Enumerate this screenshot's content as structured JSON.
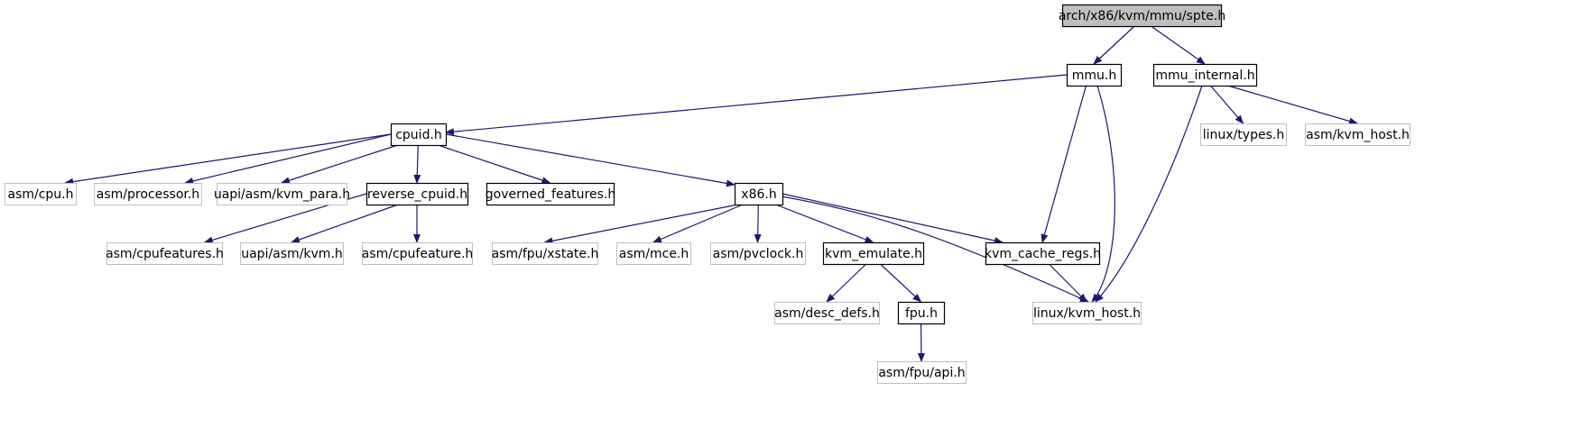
{
  "diagram": {
    "nodes": [
      {
        "id": "spte",
        "label": "arch/x86/kvm/mmu/spte.h",
        "style": "root"
      },
      {
        "id": "mmu",
        "label": "mmu.h",
        "style": "documented"
      },
      {
        "id": "mmu_internal",
        "label": "mmu_internal.h",
        "style": "documented"
      },
      {
        "id": "cpuid",
        "label": "cpuid.h",
        "style": "documented"
      },
      {
        "id": "linux_types",
        "label": "linux/types.h",
        "style": "external"
      },
      {
        "id": "asm_kvm_host",
        "label": "asm/kvm_host.h",
        "style": "external"
      },
      {
        "id": "asm_cpu",
        "label": "asm/cpu.h",
        "style": "external"
      },
      {
        "id": "asm_processor",
        "label": "asm/processor.h",
        "style": "external"
      },
      {
        "id": "uapi_kvm_para",
        "label": "uapi/asm/kvm_para.h",
        "style": "external"
      },
      {
        "id": "reverse_cpuid",
        "label": "reverse_cpuid.h",
        "style": "documented"
      },
      {
        "id": "governed_features",
        "label": "governed_features.h",
        "style": "documented"
      },
      {
        "id": "x86",
        "label": "x86.h",
        "style": "documented"
      },
      {
        "id": "asm_cpufeatures",
        "label": "asm/cpufeatures.h",
        "style": "external"
      },
      {
        "id": "uapi_kvm",
        "label": "uapi/asm/kvm.h",
        "style": "external"
      },
      {
        "id": "asm_cpufeature",
        "label": "asm/cpufeature.h",
        "style": "external"
      },
      {
        "id": "asm_fpu_xstate",
        "label": "asm/fpu/xstate.h",
        "style": "external"
      },
      {
        "id": "asm_mce",
        "label": "asm/mce.h",
        "style": "external"
      },
      {
        "id": "asm_pvclock",
        "label": "asm/pvclock.h",
        "style": "external"
      },
      {
        "id": "kvm_emulate",
        "label": "kvm_emulate.h",
        "style": "documented"
      },
      {
        "id": "kvm_cache_regs",
        "label": "kvm_cache_regs.h",
        "style": "documented"
      },
      {
        "id": "asm_desc_defs",
        "label": "asm/desc_defs.h",
        "style": "external"
      },
      {
        "id": "fpu",
        "label": "fpu.h",
        "style": "documented"
      },
      {
        "id": "linux_kvm_host",
        "label": "linux/kvm_host.h",
        "style": "external"
      },
      {
        "id": "asm_fpu_api",
        "label": "asm/fpu/api.h",
        "style": "external"
      }
    ],
    "edges": [
      {
        "from": "spte",
        "to": "mmu"
      },
      {
        "from": "spte",
        "to": "mmu_internal"
      },
      {
        "from": "mmu",
        "to": "cpuid"
      },
      {
        "from": "mmu",
        "to": "kvm_cache_regs"
      },
      {
        "from": "mmu",
        "to": "linux_kvm_host"
      },
      {
        "from": "mmu_internal",
        "to": "linux_types"
      },
      {
        "from": "mmu_internal",
        "to": "asm_kvm_host"
      },
      {
        "from": "mmu_internal",
        "to": "linux_kvm_host"
      },
      {
        "from": "cpuid",
        "to": "asm_cpu"
      },
      {
        "from": "cpuid",
        "to": "asm_processor"
      },
      {
        "from": "cpuid",
        "to": "uapi_kvm_para"
      },
      {
        "from": "cpuid",
        "to": "reverse_cpuid"
      },
      {
        "from": "cpuid",
        "to": "governed_features"
      },
      {
        "from": "cpuid",
        "to": "x86"
      },
      {
        "from": "reverse_cpuid",
        "to": "asm_cpufeatures"
      },
      {
        "from": "reverse_cpuid",
        "to": "uapi_kvm"
      },
      {
        "from": "reverse_cpuid",
        "to": "asm_cpufeature"
      },
      {
        "from": "x86",
        "to": "asm_fpu_xstate"
      },
      {
        "from": "x86",
        "to": "asm_mce"
      },
      {
        "from": "x86",
        "to": "asm_pvclock"
      },
      {
        "from": "x86",
        "to": "kvm_emulate"
      },
      {
        "from": "x86",
        "to": "kvm_cache_regs"
      },
      {
        "from": "x86",
        "to": "linux_kvm_host"
      },
      {
        "from": "kvm_emulate",
        "to": "asm_desc_defs"
      },
      {
        "from": "kvm_emulate",
        "to": "fpu"
      },
      {
        "from": "kvm_cache_regs",
        "to": "linux_kvm_host"
      },
      {
        "from": "fpu",
        "to": "asm_fpu_api"
      }
    ]
  }
}
